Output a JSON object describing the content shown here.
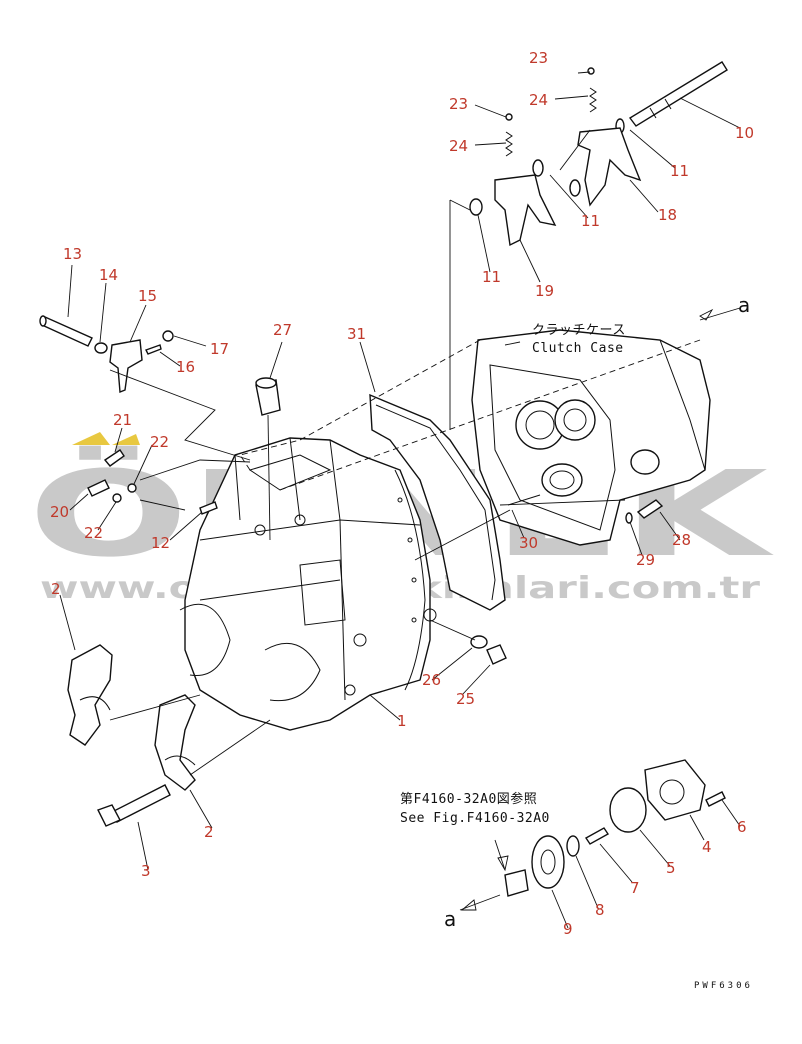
{
  "callouts": [
    {
      "id": "c1",
      "text": "1"
    },
    {
      "id": "c2a",
      "text": "2"
    },
    {
      "id": "c2b",
      "text": "2"
    },
    {
      "id": "c3",
      "text": "3"
    },
    {
      "id": "c4",
      "text": "4"
    },
    {
      "id": "c5",
      "text": "5"
    },
    {
      "id": "c6",
      "text": "6"
    },
    {
      "id": "c7",
      "text": "7"
    },
    {
      "id": "c8",
      "text": "8"
    },
    {
      "id": "c9",
      "text": "9"
    },
    {
      "id": "c10",
      "text": "10"
    },
    {
      "id": "c11a",
      "text": "11"
    },
    {
      "id": "c11b",
      "text": "11"
    },
    {
      "id": "c11c",
      "text": "11"
    },
    {
      "id": "c12",
      "text": "12"
    },
    {
      "id": "c13",
      "text": "13"
    },
    {
      "id": "c14",
      "text": "14"
    },
    {
      "id": "c15",
      "text": "15"
    },
    {
      "id": "c16",
      "text": "16"
    },
    {
      "id": "c17",
      "text": "17"
    },
    {
      "id": "c18",
      "text": "18"
    },
    {
      "id": "c19",
      "text": "19"
    },
    {
      "id": "c20",
      "text": "20"
    },
    {
      "id": "c21",
      "text": "21"
    },
    {
      "id": "c22a",
      "text": "22"
    },
    {
      "id": "c22b",
      "text": "22"
    },
    {
      "id": "c23a",
      "text": "23"
    },
    {
      "id": "c23b",
      "text": "23"
    },
    {
      "id": "c24a",
      "text": "24"
    },
    {
      "id": "c24b",
      "text": "24"
    },
    {
      "id": "c25",
      "text": "25"
    },
    {
      "id": "c26",
      "text": "26"
    },
    {
      "id": "c27",
      "text": "27"
    },
    {
      "id": "c28",
      "text": "28"
    },
    {
      "id": "c29",
      "text": "29"
    },
    {
      "id": "c30",
      "text": "30"
    },
    {
      "id": "c31",
      "text": "31"
    }
  ],
  "clutch_case": {
    "jp": "クラッチケース",
    "en": "Clutch Case"
  },
  "see_fig": {
    "jp": "第F4160-32A0図参照",
    "en": "See Fig.F4160-32A0"
  },
  "ref_a": "a",
  "drawing_code": "PWF6306",
  "watermark": {
    "logo": "ÖRNEK",
    "url": "www.ornekismakinalari.com.tr"
  }
}
